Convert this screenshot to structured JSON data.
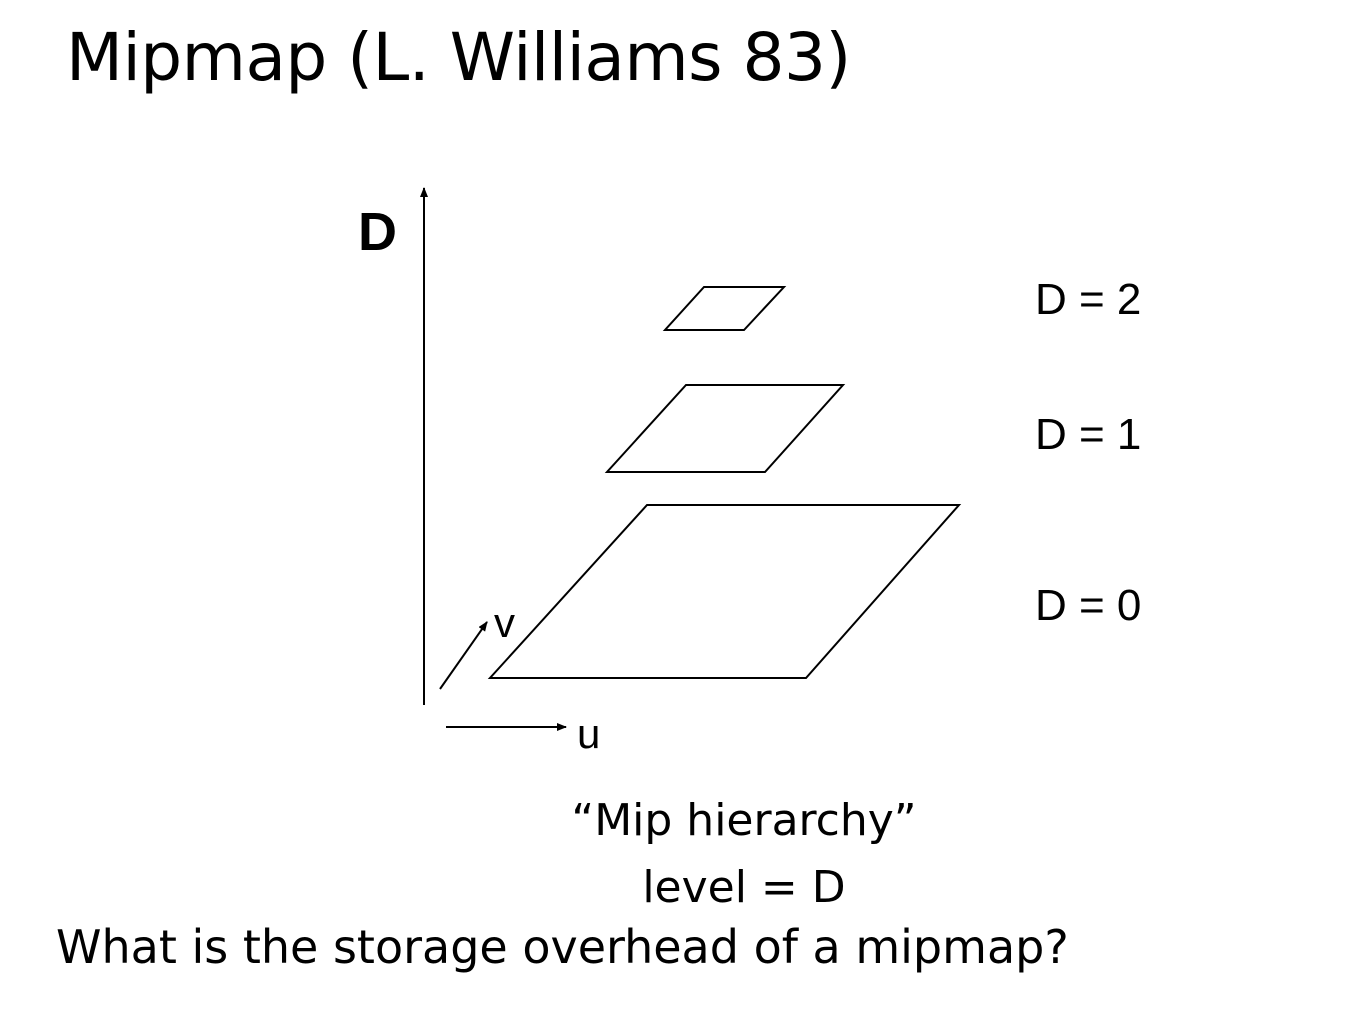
{
  "slide": {
    "title": "Mipmap (L. Williams 83)",
    "caption_line1": "“Mip hierarchy”",
    "caption_line2": "level = D",
    "question": "What is the storage overhead of a mipmap?"
  },
  "diagram": {
    "vertical_axis_label": "D",
    "u_axis_label": "u",
    "v_axis_label": "v",
    "levels": [
      {
        "label": "D = 2",
        "level": 2
      },
      {
        "label": "D = 1",
        "level": 1
      },
      {
        "label": "D = 0",
        "level": 0
      }
    ],
    "colors": {
      "stroke": "#000000",
      "background": "#ffffff"
    }
  }
}
